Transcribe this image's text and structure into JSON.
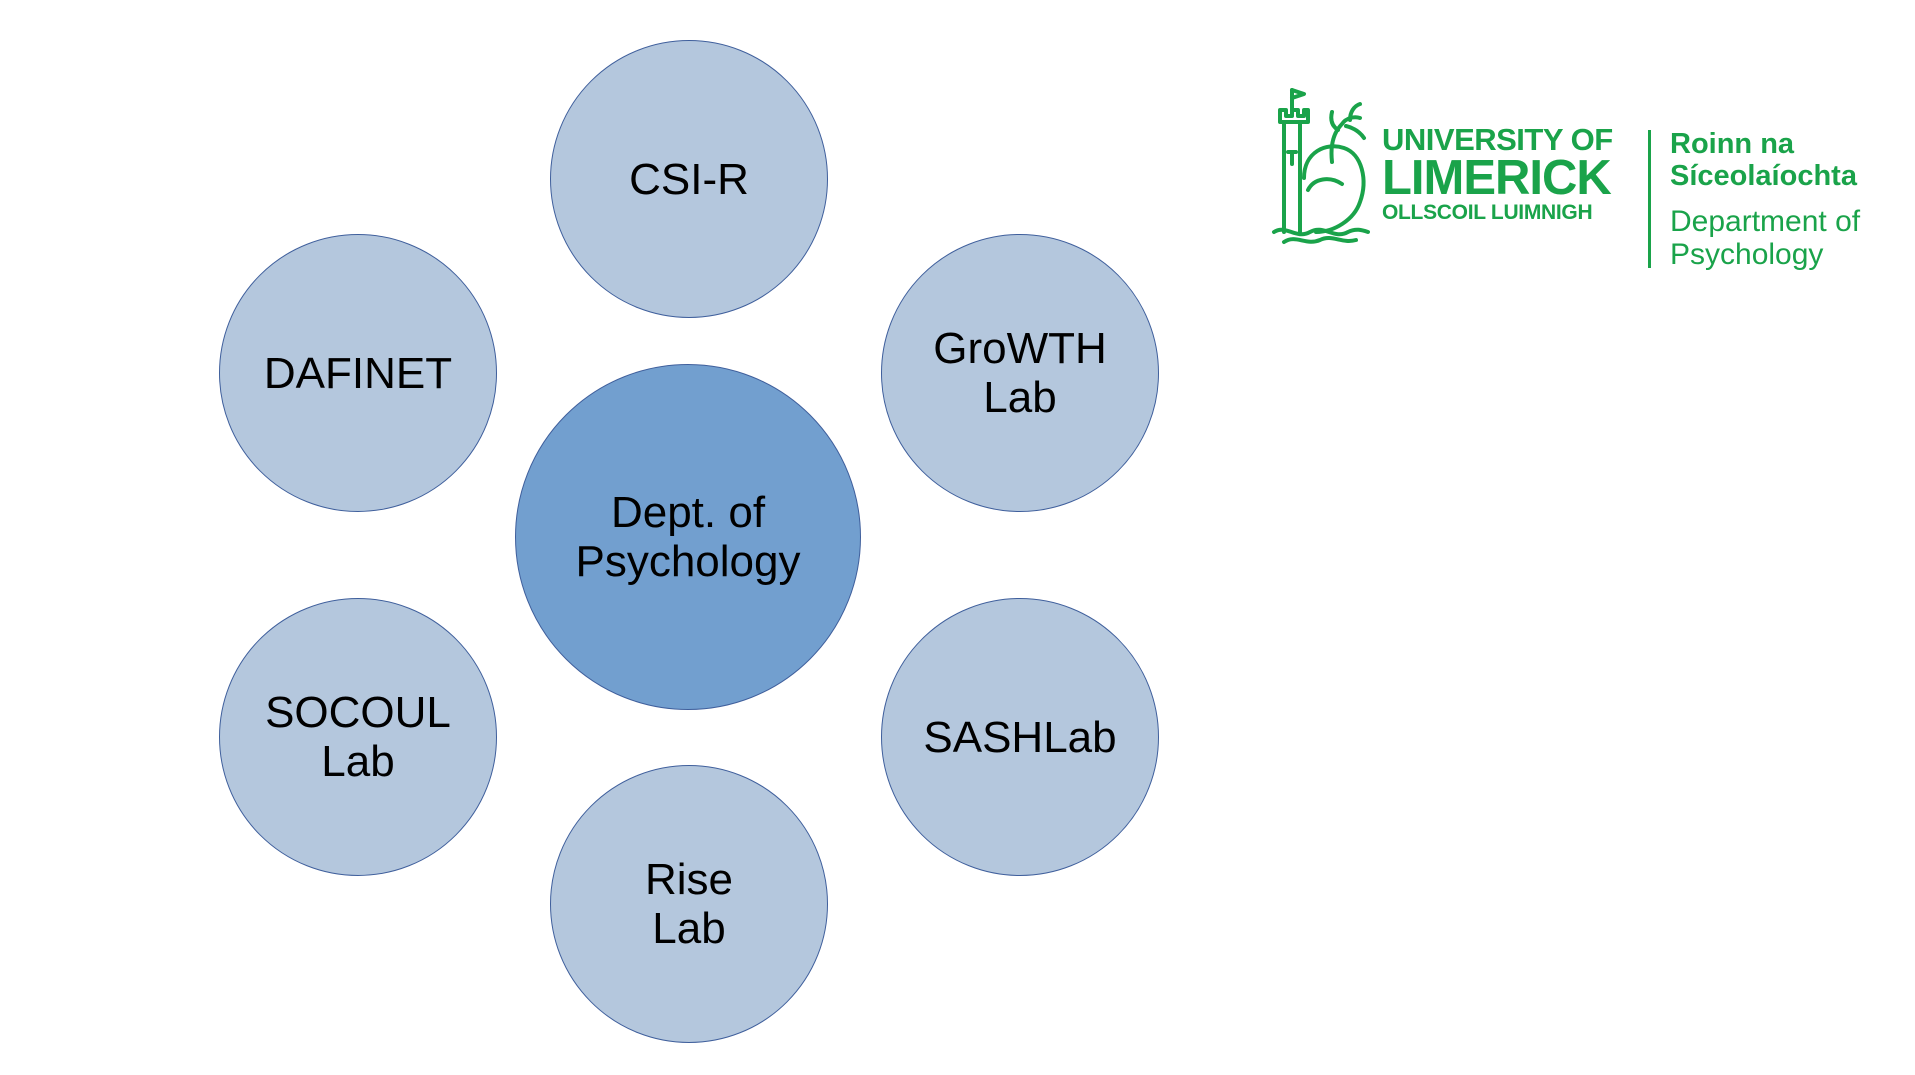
{
  "diagram": {
    "center": {
      "lines": [
        "Dept. of",
        "Psychology"
      ]
    },
    "satellites": [
      {
        "id": "csi",
        "lines": [
          "CSI-R"
        ]
      },
      {
        "id": "growth",
        "lines": [
          "GroWTH",
          "Lab"
        ]
      },
      {
        "id": "sash",
        "lines": [
          "SASHLab"
        ]
      },
      {
        "id": "rise",
        "lines": [
          "Rise",
          "Lab"
        ]
      },
      {
        "id": "socoul",
        "lines": [
          "SOCOUL",
          "Lab"
        ]
      },
      {
        "id": "dafinet",
        "lines": [
          "DAFINET"
        ]
      }
    ]
  },
  "logo": {
    "university_line1": "UNIVERSITY OF",
    "university_line2": "LIMERICK",
    "university_line3": "OLLSCOIL LUIMNIGH",
    "irish_line1": "Roinn na",
    "irish_line2": "Síceolaíochta",
    "english_line1": "Department of",
    "english_line2": "Psychology",
    "brand_color": "#1aa34a"
  },
  "colors": {
    "center_fill": "#729fcf",
    "satellite_fill": "#b4c7dd",
    "node_border": "#3f5f9c"
  }
}
